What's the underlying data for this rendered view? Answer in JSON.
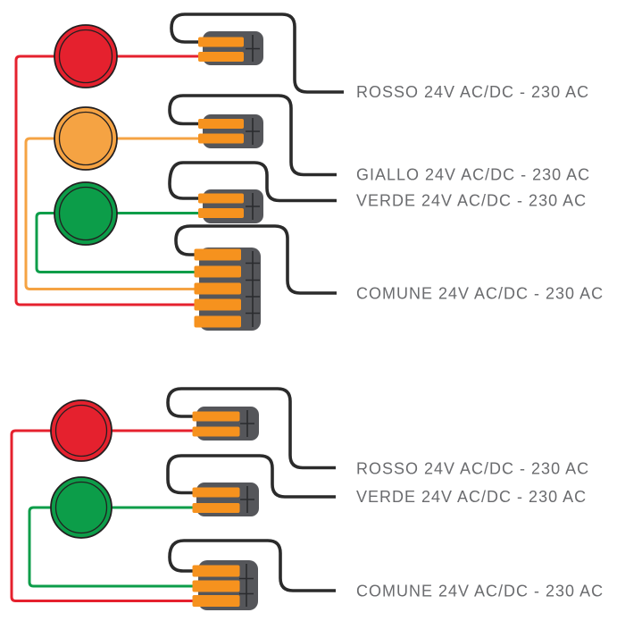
{
  "colors": {
    "red": "#E5212E",
    "amber": "#F5A343",
    "green": "#0C9D49",
    "wire_black": "#2B2B2B",
    "terminal": "#F6921E",
    "connector_body": "#55565A",
    "connector_detail": "#2A2B2E",
    "label": "#6A6B6E",
    "background": "#FFFFFF"
  },
  "top_diagram": {
    "lamps": [
      {
        "id": "rosso",
        "color_name": "red"
      },
      {
        "id": "giallo",
        "color_name": "amber"
      },
      {
        "id": "verde",
        "color_name": "green"
      }
    ],
    "labels": {
      "rosso": "ROSSO 24V AC/DC - 230 AC",
      "giallo": "GIALLO 24V AC/DC - 230 AC",
      "verde": "VERDE 24V AC/DC - 230 AC",
      "comune": "COMUNE 24V AC/DC - 230 AC"
    }
  },
  "bottom_diagram": {
    "lamps": [
      {
        "id": "rosso",
        "color_name": "red"
      },
      {
        "id": "verde",
        "color_name": "green"
      }
    ],
    "labels": {
      "rosso": "ROSSO 24V AC/DC - 230 AC",
      "verde": "VERDE 24V AC/DC - 230 AC",
      "comune": "COMUNE 24V AC/DC - 230 AC"
    }
  }
}
